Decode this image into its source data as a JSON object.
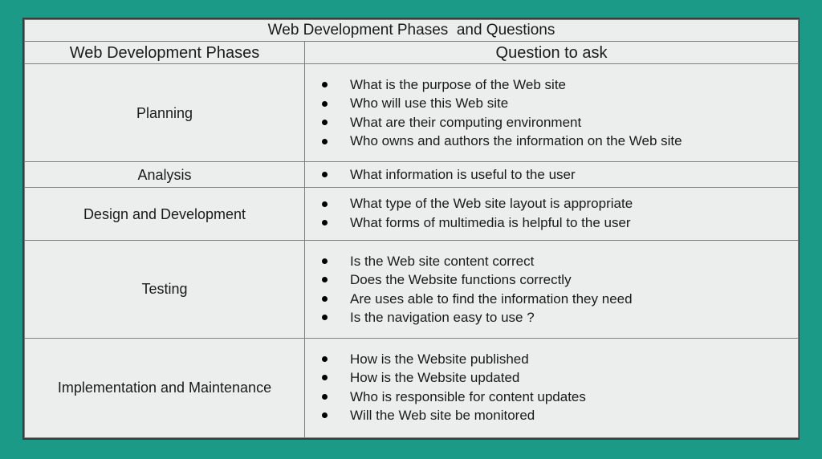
{
  "slide": {
    "background_color": "#1b9a87",
    "table_background": "#eceeee",
    "table_border_color": "#3c3c3c",
    "grid_line_color": "#7c8080",
    "text_color": "#1a1a1a",
    "bullet_color": "#000000"
  },
  "table": {
    "title": "Web Development Phases  and Questions",
    "columns": [
      {
        "label": "Web Development Phases"
      },
      {
        "label": "Question to ask"
      }
    ],
    "rows": [
      {
        "phase": "Planning",
        "questions": [
          "What is the purpose of the Web site",
          "Who will use this Web site",
          "What are their computing environment",
          "Who owns and authors the information on the Web site"
        ]
      },
      {
        "phase": "Analysis",
        "questions": [
          "What information is useful to the user"
        ]
      },
      {
        "phase": "Design and Development",
        "questions": [
          "What type of the Web site layout is appropriate",
          "What forms of multimedia is helpful to the user"
        ]
      },
      {
        "phase": "Testing",
        "questions": [
          "Is the Web site content correct",
          "Does the Website functions correctly",
          "Are uses able to find the information they need",
          "Is the navigation easy to use ?"
        ]
      },
      {
        "phase": "Implementation and Maintenance",
        "questions": [
          "How is the Website published",
          "How is the Website updated",
          "Who is responsible for content updates",
          "Will the Web site be monitored"
        ]
      }
    ]
  }
}
